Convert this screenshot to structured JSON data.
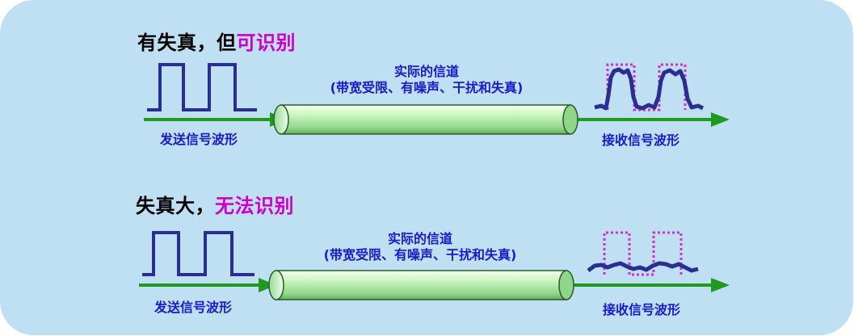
{
  "rows": [
    {
      "heading_prefix": "有失真，但",
      "heading_highlight": "可识别",
      "channel_title": "实际的信道",
      "channel_subtitle": "(带宽受限、有噪声、干扰和失真)",
      "send_label": "发送信号波形",
      "recv_label": "接收信号波形"
    },
    {
      "heading_prefix": "失真大，",
      "heading_highlight": "无法识别",
      "channel_title": "实际的信道",
      "channel_subtitle": "(带宽受限、有噪声、干扰和失真)",
      "send_label": "发送信号波形",
      "recv_label": "接收信号波形"
    }
  ],
  "colors": {
    "background": "#bfdff2",
    "signal": "#2b2e91",
    "reference": "#cc33cc",
    "arrow": "#1f9a1f",
    "pipe": "#b9f0b0",
    "label": "#1a1acd",
    "highlight": "#cc00cc"
  }
}
